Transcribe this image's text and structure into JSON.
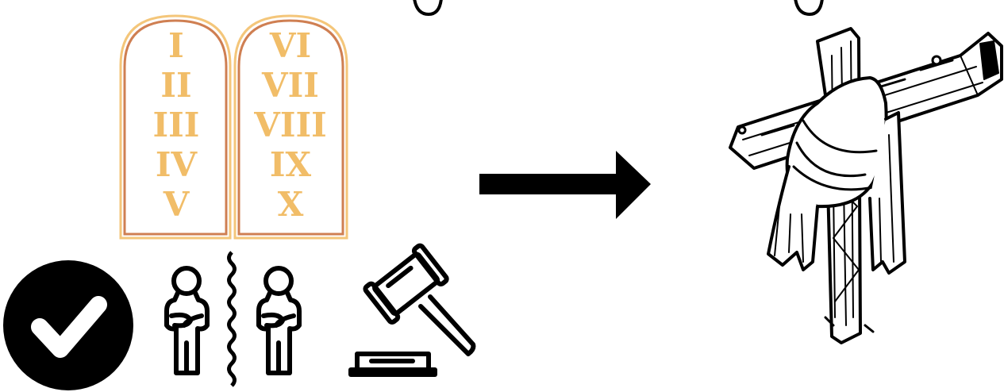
{
  "tablets": {
    "left_numerals": [
      "I",
      "II",
      "III",
      "IV",
      "V"
    ],
    "right_numerals": [
      "VI",
      "VII",
      "VIII",
      "IX",
      "X"
    ]
  },
  "colors": {
    "numeral": "#f1bd68",
    "tablet_outer": "#f4c67a",
    "tablet_inner": "#cf7f52",
    "ink": "#000000",
    "check_mark": "#ffffff"
  },
  "icons": [
    "check-circle-icon",
    "person-icon",
    "divide-line-icon",
    "person-icon",
    "gavel-icon",
    "arrow-right-icon",
    "cross-with-cloth-icon"
  ]
}
